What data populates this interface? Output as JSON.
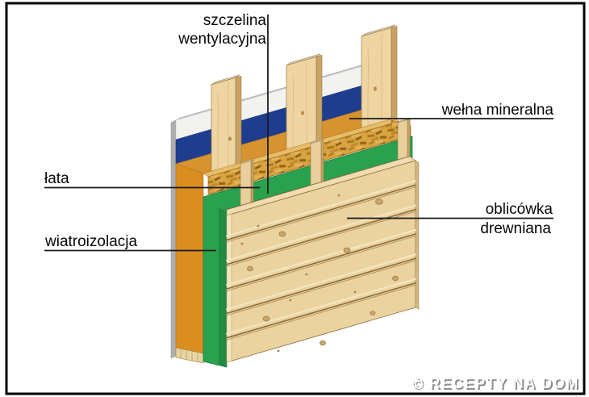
{
  "diagram": {
    "type": "wall-construction-cross-section",
    "labels": {
      "ventilation_gap_line1": "szczelina",
      "ventilation_gap_line2": "wentylacyjna",
      "mineral_wool": "wełna mineralna",
      "batten": "łata",
      "wind_insulation": "wiatroizolacja",
      "cladding_line1": "oblicówka",
      "cladding_line2": "drewniana"
    },
    "watermark": "© RECEPTY NA DOM",
    "colors": {
      "membrane_white": "#f2f2f0",
      "membrane_side": "#aeaeac",
      "membrane_top": "#c8c8c6",
      "vapor_blue": "#1e3d8f",
      "wool_top": "#d79330",
      "wool_side": "#da8e1f",
      "osb": "#d8a440",
      "wind_membrane": "#2aa14e",
      "wind_membrane_dark": "#1e8c41",
      "wood_stud": "#eed5a1",
      "wood_stud_side": "#c9a363",
      "wood_clad": "#ebd3a0",
      "wood_clad_top": "#f0dcae",
      "groove_dark": "#8a6b3a",
      "label_ink": "#111111"
    }
  }
}
